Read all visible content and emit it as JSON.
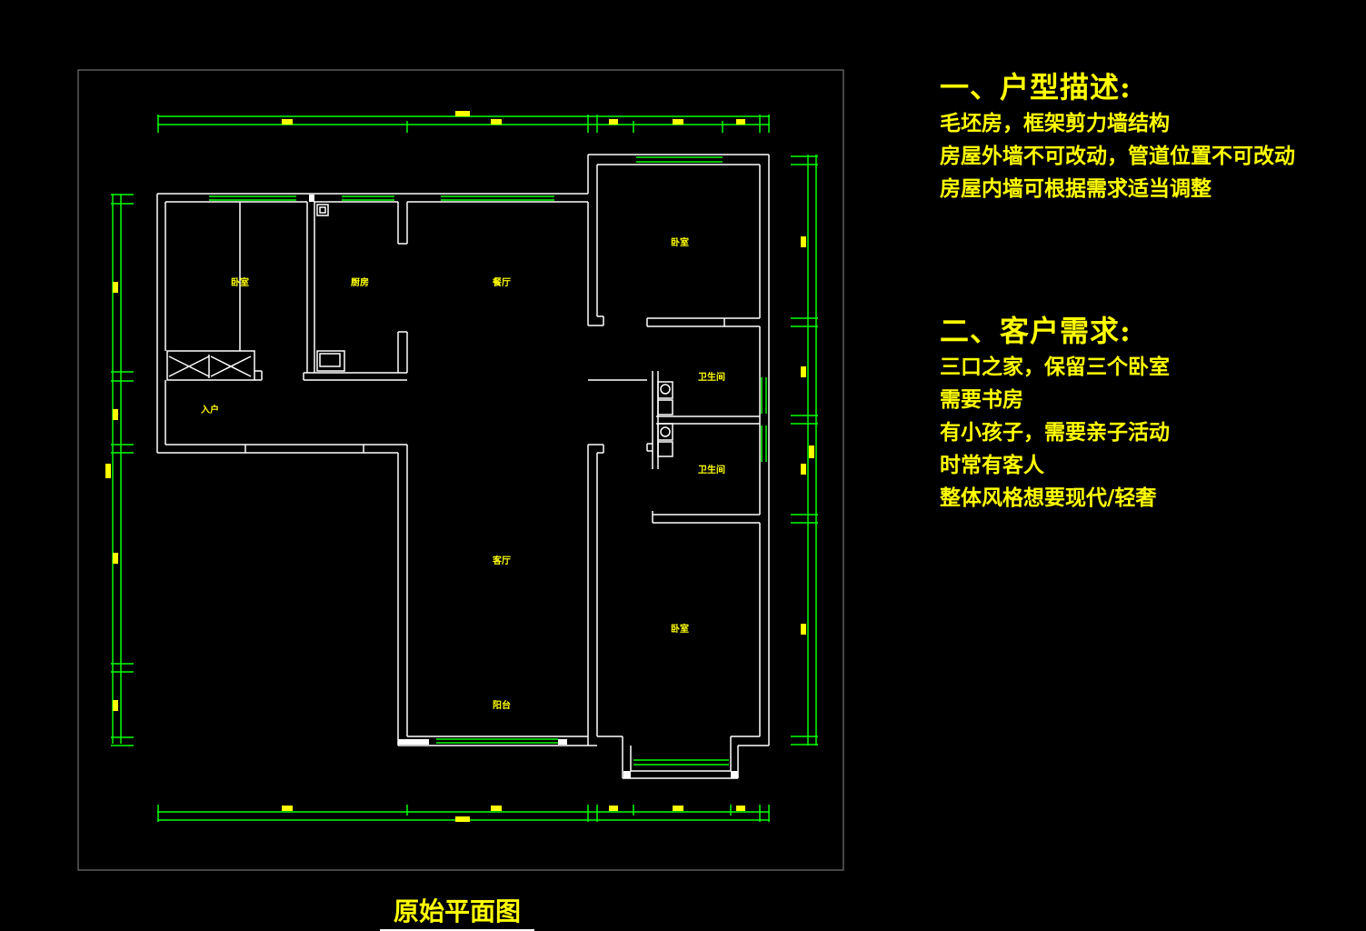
{
  "drawing": {
    "caption": "原始平面图",
    "rooms": [
      {
        "key": "r1",
        "label": "卧室"
      },
      {
        "key": "r2",
        "label": "厨房"
      },
      {
        "key": "r3",
        "label": "餐厅"
      },
      {
        "key": "r4",
        "label": "卧室"
      },
      {
        "key": "r5",
        "label": "入户"
      },
      {
        "key": "r6",
        "label": "卫生间"
      },
      {
        "key": "r7",
        "label": "卫生间"
      },
      {
        "key": "r8",
        "label": "客厅"
      },
      {
        "key": "r9",
        "label": "卧室"
      },
      {
        "key": "r10",
        "label": "阳台"
      }
    ]
  },
  "notes": {
    "section1": {
      "heading": "一、户型描述:",
      "lines": [
        "毛坯房，框架剪力墙结构",
        "房屋外墙不可改动，管道位置不可改动",
        "房屋内墙可根据需求适当调整"
      ]
    },
    "section2": {
      "heading": "二、客户需求:",
      "lines": [
        "三口之家，保留三个卧室",
        "需要书房",
        "有小孩子，需要亲子活动",
        "时常有客人",
        "整体风格想要现代/轻奢"
      ]
    }
  },
  "colors": {
    "wall": "#ffffff",
    "dimension": "#00ff00",
    "marker": "#ffff00",
    "text": "#ffff00",
    "frame": "#8a8a8a",
    "background": "#000000"
  }
}
